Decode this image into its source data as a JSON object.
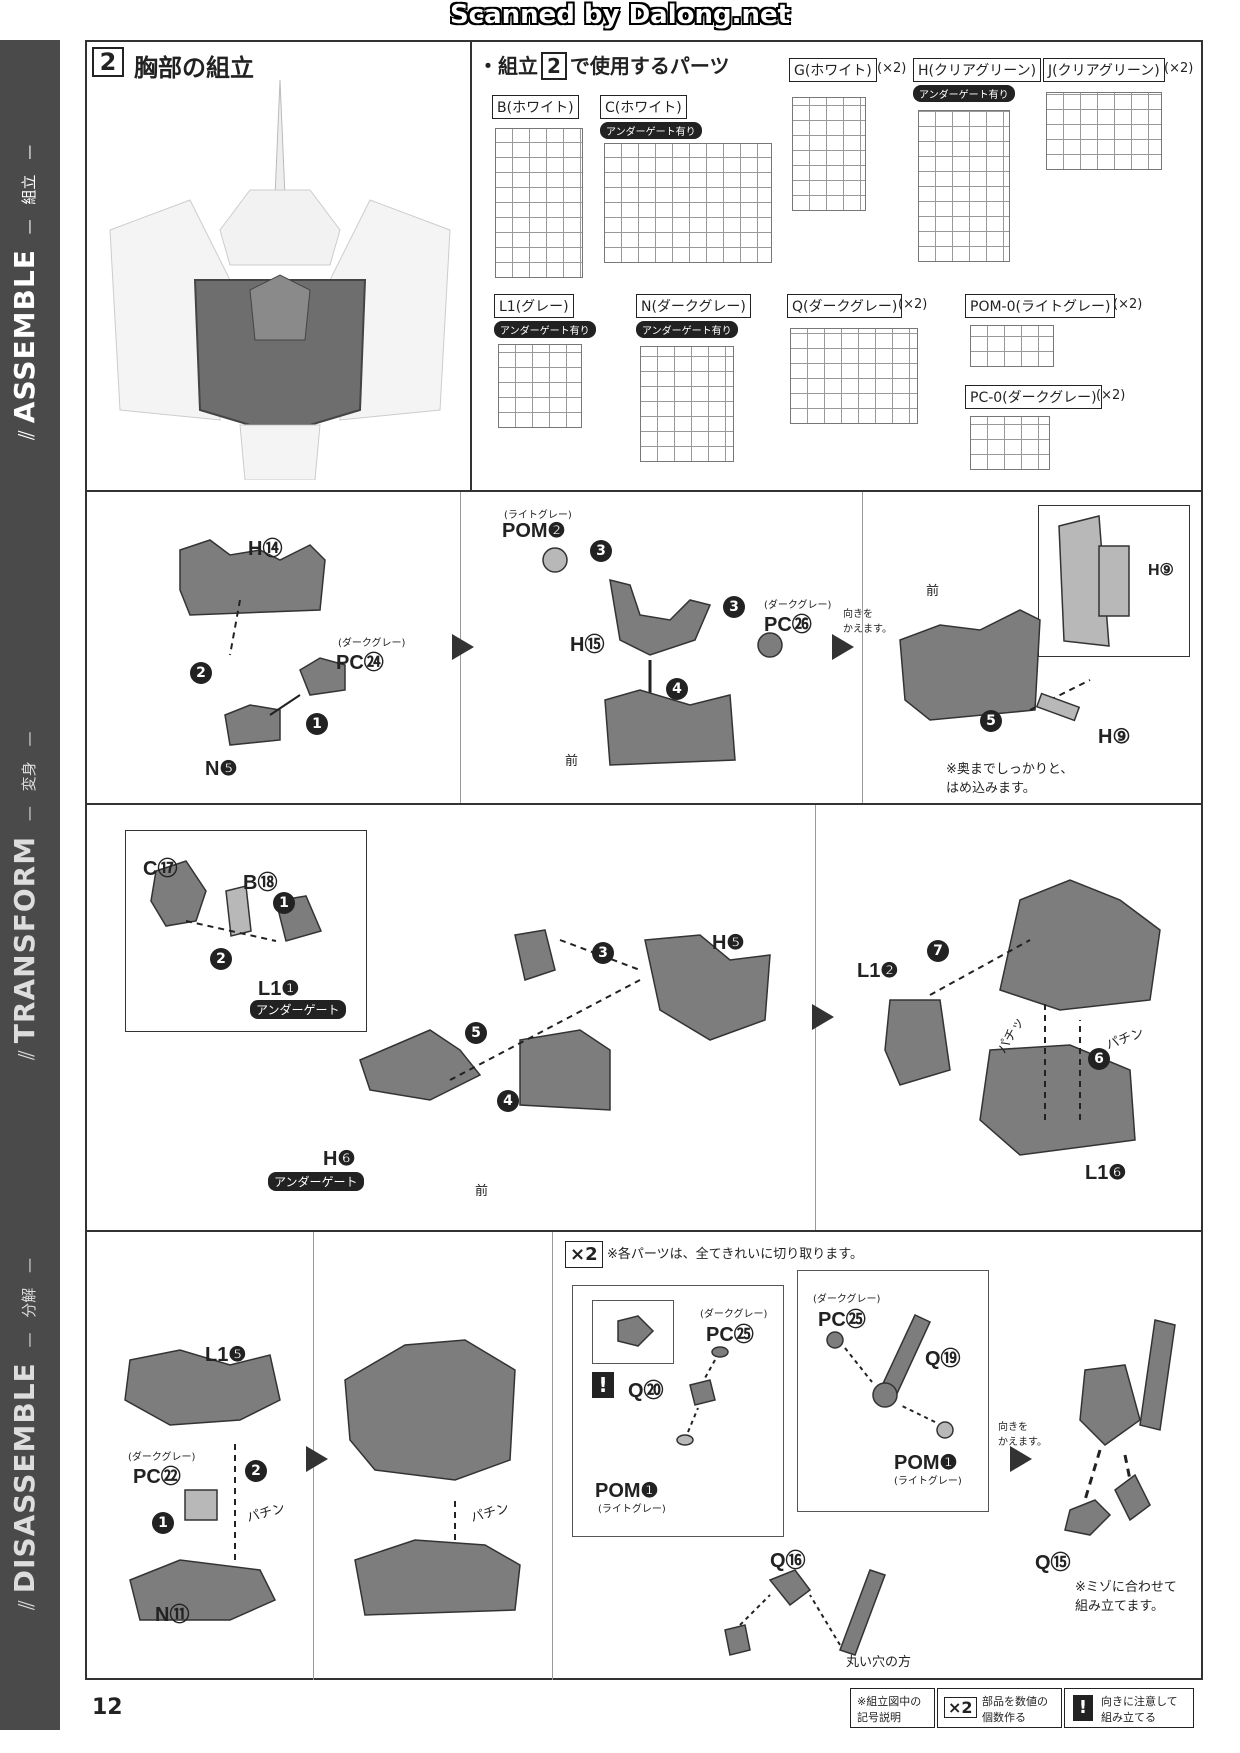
{
  "header": {
    "scan_credit": "Scanned by Dalong.net"
  },
  "sidebar": {
    "sections": [
      {
        "label": "ASSEMBLE",
        "jp": "組立"
      },
      {
        "label": "TRANSFORM",
        "jp": "変身"
      },
      {
        "label": "DISASSEMBLE",
        "jp": "分解"
      }
    ]
  },
  "step": {
    "number": "2",
    "title": "胸部の組立"
  },
  "parts": {
    "heading_prefix": "・組立",
    "heading_num": "2",
    "heading_suffix": "で使用するパーツ",
    "runners": [
      {
        "label": "B(ホワイト)",
        "tag": "",
        "mult": ""
      },
      {
        "label": "C(ホワイト)",
        "tag": "アンダーゲート有り",
        "mult": ""
      },
      {
        "label": "G(ホワイト)",
        "tag": "",
        "mult": "(×2)"
      },
      {
        "label": "H(クリアグリーン)",
        "tag": "アンダーゲート有り",
        "mult": ""
      },
      {
        "label": "J(クリアグリーン)",
        "tag": "",
        "mult": "(×2)"
      },
      {
        "label": "L1(グレー)",
        "tag": "アンダーゲート有り",
        "mult": ""
      },
      {
        "label": "N(ダークグレー)",
        "tag": "アンダーゲート有り",
        "mult": ""
      },
      {
        "label": "Q(ダークグレー)",
        "tag": "",
        "mult": "(×2)"
      },
      {
        "label": "POM-0(ライトグレー)",
        "tag": "",
        "mult": "(×2)"
      },
      {
        "label": "PC-0(ダークグレー)",
        "tag": "",
        "mult": "(×2)"
      }
    ]
  },
  "row1": {
    "p1": {
      "h": "H⑭",
      "pc_sub": "(ダークグレー)",
      "pc": "PC㉔",
      "n": "N❺",
      "n1": "1",
      "n2": "2"
    },
    "p2": {
      "pom_sub": "(ライトグレー)",
      "pom": "POM❷",
      "h": "H⑮",
      "pc_sub": "(ダークグレー)",
      "pc": "PC㉖",
      "n3a": "3",
      "n3b": "3",
      "n4": "4",
      "front": "前"
    },
    "p3": {
      "turn": "向きを\nかえます。",
      "front": "前",
      "h9a": "H⑨",
      "h9b": "H⑨",
      "n5": "5",
      "note": "※奥までしっかりと、\nはめ込みます。"
    }
  },
  "row2": {
    "c": "C⑰",
    "b": "B⑱",
    "l1": "L1❶",
    "under1": "アンダーゲート",
    "h5": "H❺",
    "h6": "H❻",
    "under2": "アンダーゲート",
    "front": "前",
    "l12": "L1❷",
    "l16": "L1❻",
    "snap1": "パチッ",
    "snap2": "パチン",
    "n1": "1",
    "n2": "2",
    "n3": "3",
    "n4": "4",
    "n5": "5",
    "n6": "6",
    "n7": "7"
  },
  "row3": {
    "l15": "L1❺",
    "pc_sub": "(ダークグレー)",
    "pc22": "PC㉒",
    "n11": "N⑪",
    "snap1": "パチン",
    "snap2": "パチン",
    "x2": "×2",
    "x2_note": "※各パーツは、全てきれいに切り取ります。",
    "pc25a_sub": "(ダークグレー)",
    "pc25a": "PC㉕",
    "q20": "Q⑳",
    "pom1a": "POM❶",
    "pom1a_sub": "(ライトグレー)",
    "pc25b_sub": "(ダークグレー)",
    "pc25b": "PC㉕",
    "q19": "Q⑲",
    "pom1b": "POM❶",
    "pom1b_sub": "(ライトグレー)",
    "q16": "Q⑯",
    "round_hole": "丸い穴の方",
    "turn": "向きを\nかえます。",
    "q15": "Q⑮",
    "groove_note": "※ミゾに合わせて\n組み立てます。",
    "n1": "1",
    "n2": "2"
  },
  "footer": {
    "page": "12",
    "legend_title": "※組立図中の\n記号説明",
    "legend_x2": "×2",
    "legend_x2_text": "部品を数値の\n個数作る",
    "legend_bang_text": "向きに注意して\n組み立てる"
  },
  "colors": {
    "sidebar": "#4a4a4a",
    "part_gray": "#7d7d7d",
    "ink": "#222222"
  }
}
